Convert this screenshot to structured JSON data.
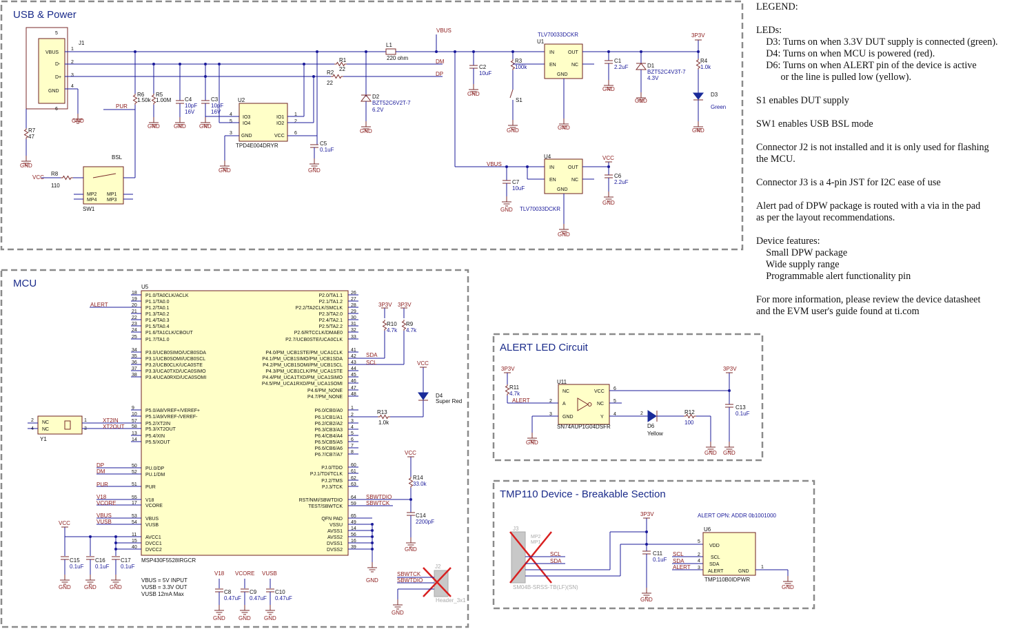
{
  "sections": {
    "usb": "USB & Power",
    "mcu": "MCU",
    "alert": "ALERT LED Circuit",
    "tmp": "TMP110 Device - Breakable Section"
  },
  "legend": [
    "LEGEND:",
    "",
    "LEDs:",
    "    D3: Turns on when 3.3V DUT supply is connected (green).",
    "    D4: Turns on when MCU is powered (red).",
    "    D6: Turns on when ALERT pin of the device is active",
    "          or the line is pulled low (yellow).",
    "",
    "S1 enables DUT supply",
    "",
    "SW1 enables USB BSL mode",
    "",
    "Connector J2 is not installed and it is only used for flashing",
    "the MCU.",
    "",
    "Connector J3 is a 4-pin JST for I2C ease of use",
    "",
    "Alert pad of DPW package is routed with a via in the pad",
    "as per the layout recommendations.",
    "",
    "Device features:",
    "    Small DPW package",
    "    Wide supply range",
    "    Programmable alert functionality pin",
    "",
    "For more information, please review the device datasheet",
    "and the EVM user's guide found at ti.com"
  ],
  "labels": {
    "gnd": "GND",
    "vbus": "VBUS",
    "v3p3": "3P3V",
    "vcc": "VCC",
    "vusb": "VUSB",
    "v18": "V18",
    "j1": "J1",
    "j1_vbus": "VBUS",
    "j1_dm": "D-",
    "j1_dp": "D+",
    "j1_gnd": "GND",
    "r1": "R1",
    "r1v": "22",
    "r2": "R2",
    "r2v": "22",
    "r5": "R5",
    "r5v": "1.00M",
    "r6": "R6",
    "r6v": "1.50k",
    "r7": "R7",
    "r7v": "47",
    "r8": "R8",
    "r8v": "110",
    "c4": "C4",
    "c4v": "10pF",
    "c4vv": "16V",
    "c3": "C3",
    "c3v": "10pF",
    "c3vv": "16V",
    "c5": "C5",
    "c5v": "0.1uF",
    "u2": "U2",
    "u2name": "TPD4E004DRYR",
    "io1": "IO1",
    "io2": "IO2",
    "io3": "IO3",
    "io4": "IO4",
    "u2gnd": "GND",
    "u2vcc": "VCC",
    "l1": "L1",
    "l1v": "220 ohm",
    "d2": "D2",
    "d2v": "BZT52C6V2T-7",
    "d2vv": "6.2V",
    "dm": "DM",
    "dp": "DP",
    "pur": "PUR",
    "bsl": "BSL",
    "sw1": "SW1",
    "mp1": "MP1",
    "mp2": "MP2",
    "mp3": "MP3",
    "mp4": "MP4",
    "c2": "C2",
    "c2v": "10uF",
    "r3": "R3",
    "r3v": "100k",
    "s1": "S1",
    "u1": "U1",
    "u1name": "TLV70033DCKR",
    "in": "IN",
    "en": "EN",
    "out": "OUT",
    "nc": "NC",
    "c1": "C1",
    "c1v": "2.2uF",
    "d1": "D1",
    "d1v": "BZT52C4V3T-7",
    "d1vv": "4.3V",
    "r4": "R4",
    "r4v": "1.0k",
    "d3": "D3",
    "green": "Green",
    "u4": "U4",
    "u4name": "TLV70033DCKR",
    "c7": "C7",
    "c7v": "10uF",
    "c6": "C6",
    "c6v": "2.2uF",
    "u5": "U5",
    "u5name": "MSP430F5528IRGCR",
    "alert": "ALERT",
    "sda": "SDA",
    "scl": "SCL",
    "r10": "R10",
    "r10v": "4.7k",
    "r9": "R9",
    "r9v": "4.7k",
    "d4": "D4",
    "superred": "Super Red",
    "r13": "R13",
    "r13v": "1.0k",
    "y1": "Y1",
    "xt2in": "XT2IN",
    "xt2out": "XT2OUT",
    "r14": "R14",
    "r14v": "33.0k",
    "c14": "C14",
    "c14v": "2200pF",
    "sbwtdio": "SBWTDIO",
    "sbwtck": "SBWTCK",
    "c15": "C15",
    "c15v": "0.1uF",
    "c16": "C16",
    "c16v": "0.1uF",
    "c17": "C17",
    "c17v": "0.1uF",
    "c8": "C8",
    "c8v": "0.47uF",
    "c9": "C9",
    "c9v": "0.47uF",
    "c10": "C10",
    "c10v": "0.47uF",
    "vnote1": "VBUS = 5V INPUT",
    "vnote2": "VUSB = 3.3V OUT",
    "vnote3": "VUSB 12mA Max",
    "j2": "J2",
    "j2name": "Header_3x1",
    "r11": "R11",
    "r11v": "4.7k",
    "u11": "U11",
    "u11name": "SN74AUP1G04DSFR",
    "a": "A",
    "y": "Y",
    "d6": "D6",
    "yellow": "Yellow",
    "r12": "R12",
    "r12v": "100",
    "c13": "C13",
    "c13v": "0.1uF",
    "j3": "J3",
    "j3name": "SM04B-SRSS-TB(LF)(SN)",
    "c11": "C11",
    "c11v": "0.1uF",
    "u6": "U6",
    "u6name": "TMP110B0IDPWR",
    "alertopn": "ALERT OPN: ADDR 0b1001000",
    "vdd": "VDD"
  },
  "mcu_left_pins": [
    {
      "num": "18",
      "name": "P1.0/TA0CLK/ACLK"
    },
    {
      "num": "19",
      "name": "P1.1/TA0.0"
    },
    {
      "num": "20",
      "name": "P1.2/TA0.1"
    },
    {
      "num": "21",
      "name": "P1.3/TA0.2"
    },
    {
      "num": "22",
      "name": "P1.4/TA0.3"
    },
    {
      "num": "23",
      "name": "P1.5/TA0.4"
    },
    {
      "num": "24",
      "name": "P1.6/TA1CLK/CBOUT"
    },
    {
      "num": "25",
      "name": "P1.7/TA1.0"
    },
    {
      "num": "34",
      "name": "P3.0/UCB0SIMO/UCB0SDA"
    },
    {
      "num": "35",
      "name": "P3.1/UCB0SOMI/UCB0SCL"
    },
    {
      "num": "36",
      "name": "P3.2/UCB0CLK/UCA0STE"
    },
    {
      "num": "37",
      "name": "P3.3/UCA0TXD/UCA0SIMO"
    },
    {
      "num": "38",
      "name": "P3.4/UCA0RXD/UCA0SOMI"
    },
    {
      "num": "9",
      "name": "P5.0/A8/VREF+/VEREF+"
    },
    {
      "num": "10",
      "name": "P5.1/A9/VREF-/VEREF-"
    },
    {
      "num": "57",
      "name": "P5.2/XT2IN"
    },
    {
      "num": "58",
      "name": "P5.3/XT2OUT"
    },
    {
      "num": "13",
      "name": "P5.4/XIN"
    },
    {
      "num": "14",
      "name": "P5.5/XOUT"
    },
    {
      "num": "50",
      "name": "PU.0/DP"
    },
    {
      "num": "52",
      "name": "PU.1/DM"
    },
    {
      "num": "51",
      "name": "PUR"
    },
    {
      "num": "55",
      "name": "V18"
    },
    {
      "num": "17",
      "name": "VCORE"
    },
    {
      "num": "53",
      "name": "VBUS"
    },
    {
      "num": "54",
      "name": "VUSB"
    },
    {
      "num": "11",
      "name": "AVCC1"
    },
    {
      "num": "15",
      "name": "DVCC1"
    },
    {
      "num": "40",
      "name": "DVCC2"
    }
  ],
  "mcu_right_pins": [
    {
      "num": "26",
      "name": "P2.0/TA1.1"
    },
    {
      "num": "27",
      "name": "P2.1/TA1.2"
    },
    {
      "num": "28",
      "name": "P2.2/TA2CLK/SMCLK"
    },
    {
      "num": "29",
      "name": "P2.3/TA2.0"
    },
    {
      "num": "30",
      "name": "P2.4/TA2.1"
    },
    {
      "num": "31",
      "name": "P2.5/TA2.2"
    },
    {
      "num": "32",
      "name": "P2.6/RTCCLK/DMAE0"
    },
    {
      "num": "33",
      "name": "P2.7/UCB0STE/UCA0CLK"
    },
    {
      "num": "41",
      "name": "P4.0/PM_UCB1STE/PM_UCA1CLK"
    },
    {
      "num": "42",
      "name": "P4.1/PM_UCB1SIMO/PM_UCB1SDA"
    },
    {
      "num": "43",
      "name": "P4.2/PM_UCB1SOMI/PM_UCB1SCL"
    },
    {
      "num": "44",
      "name": "P4.3/PM_UCB1CLK/PM_UCA1STE"
    },
    {
      "num": "45",
      "name": "P4.4/PM_UCA1TXD/PM_UCA1SIMO"
    },
    {
      "num": "46",
      "name": "P4.5/PM_UCA1RXD/PM_UCA1SOMI"
    },
    {
      "num": "47",
      "name": "P4.6/PM_NONE"
    },
    {
      "num": "48",
      "name": "P4.7/PM_NONE"
    },
    {
      "num": "1",
      "name": "P6.0/CB0/A0"
    },
    {
      "num": "2",
      "name": "P6.1/CB1/A1"
    },
    {
      "num": "3",
      "name": "P6.2/CB2/A2"
    },
    {
      "num": "4",
      "name": "P6.3/CB3/A3"
    },
    {
      "num": "5",
      "name": "P6.4/CB4/A4"
    },
    {
      "num": "6",
      "name": "P6.5/CB5/A5"
    },
    {
      "num": "7",
      "name": "P6.6/CB6/A6"
    },
    {
      "num": "8",
      "name": "P6.7/CB7/A7"
    },
    {
      "num": "60",
      "name": "PJ.0/TDO"
    },
    {
      "num": "61",
      "name": "PJ.1/TDI/TCLK"
    },
    {
      "num": "62",
      "name": "PJ.2/TMS"
    },
    {
      "num": "63",
      "name": "PJ.3/TCK"
    },
    {
      "num": "64",
      "name": "RST/NMI/SBWTDIO"
    },
    {
      "num": "59",
      "name": "TEST/SBWTCK"
    },
    {
      "num": "65",
      "name": "QFN PAD"
    },
    {
      "num": "49",
      "name": "VSSU"
    },
    {
      "num": "14",
      "name": "AVSS1"
    },
    {
      "num": "56",
      "name": "AVSS2"
    },
    {
      "num": "16",
      "name": "DVSS1"
    },
    {
      "num": "39",
      "name": "DVSS2"
    }
  ]
}
